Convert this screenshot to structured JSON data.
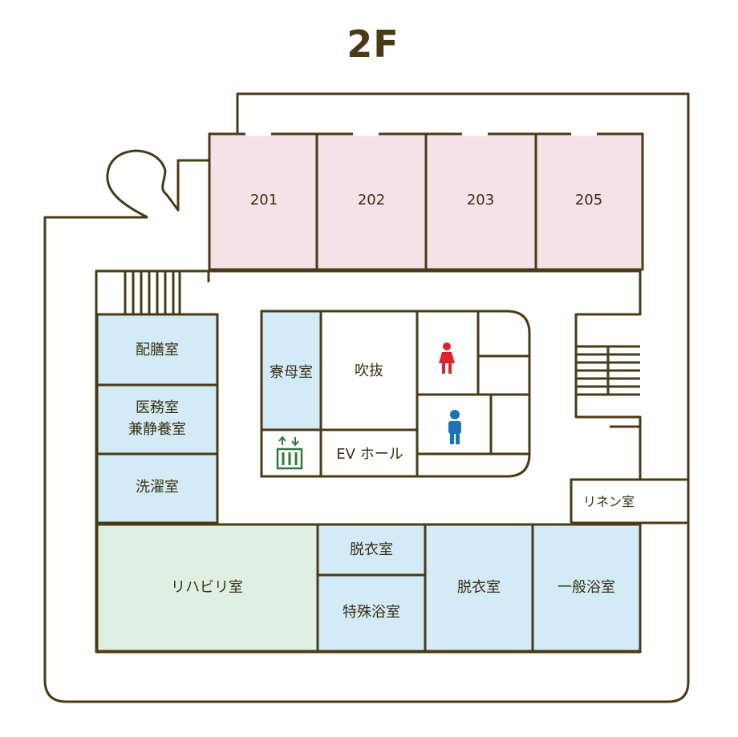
{
  "floor": {
    "title": "2F"
  },
  "rooms": {
    "r201": "201",
    "r202": "202",
    "r203": "203",
    "r205": "205",
    "haizen": "配膳室",
    "imu_line1": "医務室",
    "imu_line2": "兼静養室",
    "sentaku": "洗濯室",
    "rehab": "リハビリ室",
    "ryobo": "寮母室",
    "fukinuke": "吹抜",
    "ev_hall": "EV ホール",
    "datsui_small": "脱衣室",
    "tokushu": "特殊浴室",
    "datsui_large": "脱衣室",
    "ippan": "一般浴室",
    "linen": "リネン室"
  },
  "colors": {
    "wall": "#4a3a16",
    "resident_room": "#f3e3e9",
    "service_room": "#d3ebf6",
    "rehab_room": "#dff0e3",
    "female_icon": "#d9262c",
    "male_icon": "#1b73b5",
    "elevator_icon": "#2f7a3a"
  },
  "icons": {
    "female": "female-restroom-icon",
    "male": "male-restroom-icon",
    "elevator": "elevator-icon"
  }
}
